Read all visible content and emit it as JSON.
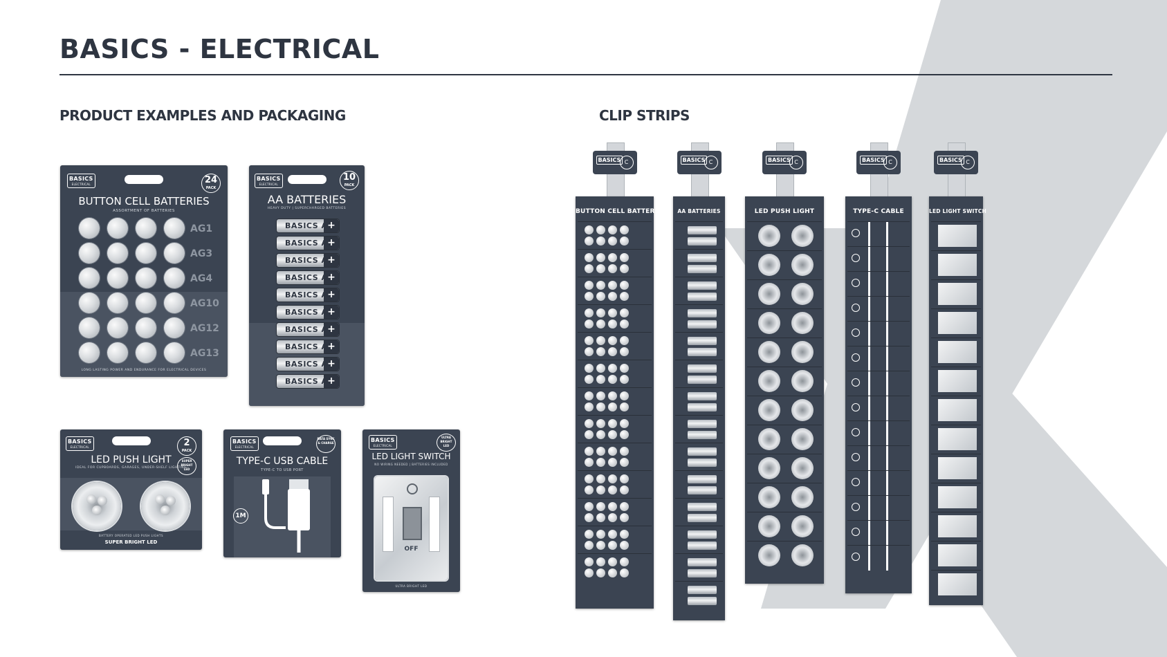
{
  "page": {
    "title": "BASICS - ELECTRICAL",
    "left_heading": "PRODUCT EXAMPLES AND PACKAGING",
    "right_heading": "CLIP STRIPS"
  },
  "brand": {
    "logo_text": "BASICS",
    "logo_sub": "ELECTRICAL",
    "accent": "#3b4452",
    "light_accent": "#cfd3d7"
  },
  "packs": {
    "button_cell": {
      "title": "BUTTON CELL BATTERIES",
      "subtitle": "ASSORTMENT OF BATTERIES",
      "badge_num": "24",
      "badge_label": "PACK",
      "labels": [
        "AG1",
        "AG3",
        "AG4",
        "AG10",
        "AG12",
        "AG13"
      ],
      "footer": "LONG LASTING POWER AND ENDURANCE FOR ELECTRICAL DEVICES"
    },
    "aa": {
      "title": "AA BATTERIES",
      "subtitle": "HEAVY DUTY | SUPERCHARGED BATTERIES",
      "badge_num": "10",
      "badge_label": "PACK",
      "battery_label": "BASICS",
      "battery_size": "AA",
      "count": 10
    },
    "push_light": {
      "title": "LED PUSH LIGHT",
      "subtitle": "IDEAL FOR CUPBOARDS, GARAGES, UNDER-SHELF LIGHTING",
      "badge_num": "2",
      "badge_label": "PACK",
      "side_badge": "SUPER BRIGHT LED",
      "note": "BATTERY OPERATED LED PUSH LIGHTS",
      "footer": "SUPER BRIGHT LED"
    },
    "usb": {
      "title": "TYPE-C USB CABLE",
      "subtitle": "TYPE-C TO USB PORT",
      "badge": "DATA SYNC & CHARGE",
      "length": "1M"
    },
    "switch": {
      "title": "LED LIGHT SWITCH",
      "subtitle": "NO WIRING NEEDED | BATTERIES INCLUDED",
      "badge": "ULTRA BRIGHT LED",
      "off_label": "OFF",
      "footer": "ULTRA BRIGHT LED"
    }
  },
  "strips": [
    {
      "title": "BUTTON CELL BATTERIES",
      "header": "BASICS"
    },
    {
      "title": "AA BATTERIES",
      "header": "BASICS"
    },
    {
      "title": "LED PUSH LIGHT",
      "header": "BASICS"
    },
    {
      "title": "TYPE-C CABLE",
      "header": "BASICS"
    },
    {
      "title": "LED LIGHT SWITCH",
      "header": "BASICS"
    }
  ]
}
